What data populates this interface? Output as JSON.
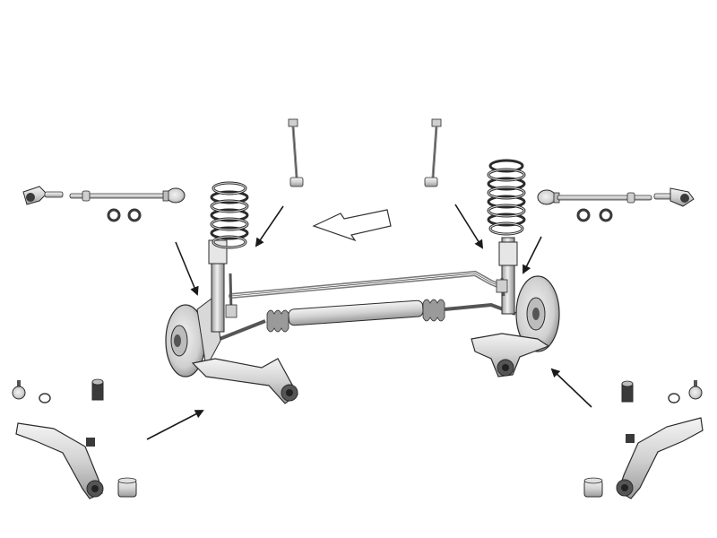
{
  "diagram": {
    "kind": "front suspension exploded parts view",
    "colors": {
      "background": "#ffffff",
      "part_light": "#e6e6e6",
      "part_mid": "#bdbdbd",
      "part_dark": "#4a4a4a",
      "outline": "#2b2b2b",
      "arrow": "#1a1a1a"
    },
    "parts": [
      {
        "id": "tie-rod-end-left",
        "icon": "tie-rod-end"
      },
      {
        "id": "inner-tie-rod-left",
        "icon": "tie-rod"
      },
      {
        "id": "rack-boot-rings-left",
        "icon": "ring-pair"
      },
      {
        "id": "stabilizer-link-left",
        "icon": "link-rod"
      },
      {
        "id": "stabilizer-link-right",
        "icon": "link-rod"
      },
      {
        "id": "coil-spring-left",
        "icon": "coil-spring"
      },
      {
        "id": "coil-spring-right",
        "icon": "coil-spring"
      },
      {
        "id": "inner-tie-rod-right",
        "icon": "tie-rod"
      },
      {
        "id": "tie-rod-end-right",
        "icon": "tie-rod-end"
      },
      {
        "id": "rack-boot-rings-right",
        "icon": "ring-pair"
      },
      {
        "id": "ball-joint-left",
        "icon": "ball-joint"
      },
      {
        "id": "control-arm-bushing-left",
        "icon": "bushing"
      },
      {
        "id": "control-arm-left",
        "icon": "control-arm"
      },
      {
        "id": "control-arm-bushing-large-left",
        "icon": "bushing"
      },
      {
        "id": "ball-joint-right",
        "icon": "ball-joint"
      },
      {
        "id": "control-arm-bushing-right",
        "icon": "bushing"
      },
      {
        "id": "control-arm-right",
        "icon": "control-arm"
      },
      {
        "id": "control-arm-bushing-large-right",
        "icon": "bushing"
      },
      {
        "id": "assembled-axle",
        "icon": "axle-assembly"
      }
    ],
    "direction_indicator": "forward-arrow"
  }
}
